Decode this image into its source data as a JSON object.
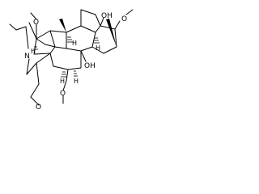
{
  "labels": {
    "nitrogen": "N",
    "hydroxyl_top": "OH",
    "hydroxyl_mid": "OH",
    "methoxy_top_left": "O",
    "methoxy_top_right": "O",
    "methoxy_bottom_mid": "O",
    "methoxy_bottom_left": "O",
    "hydrogen": "H"
  }
}
